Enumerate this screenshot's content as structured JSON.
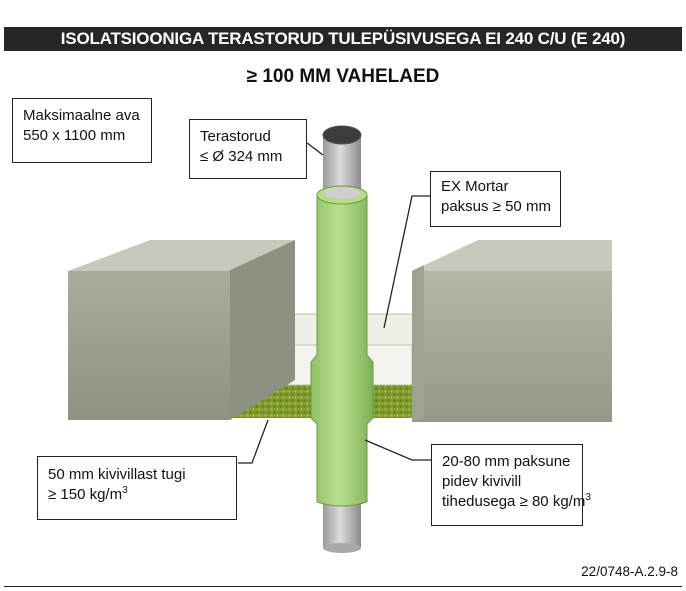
{
  "header": {
    "title": "ISOLATSIOONIGA TERASTORUD TULEPÜSIVUSEGA EI 240 C/U (E 240)",
    "subtitle": "≥ 100 MM VAHELAED"
  },
  "labels": {
    "opening": {
      "line1": "Maksimaalne ava",
      "line2": "550 x 1100 mm"
    },
    "steel_pipe": {
      "line1": "Terastorud",
      "line2": "≤ Ø 324 mm"
    },
    "mortar": {
      "line1": "EX Mortar",
      "line2": "paksus ≥ 50 mm"
    },
    "support": {
      "line1": "50 mm kivivillast tugi",
      "line2_prefix": "≥ 150 kg/m",
      "line2_sup": "3"
    },
    "insulation": {
      "line1": "20-80 mm paksune",
      "line2": "pidev kivivill",
      "line3_prefix": "tihedusega ≥ 80 kg/m",
      "line3_sup": "3"
    }
  },
  "reference": "22/0748-A.2.9-8",
  "colors": {
    "header_bg": "#262626",
    "concrete_front": "#a8ac9c",
    "concrete_top": "#c9ccbe",
    "concrete_side": "#8f9383",
    "mortar": "#f1f1ea",
    "stonewool": "#7f9a2e",
    "insulation": "#a8d47e",
    "steel": "#c4c4c4"
  }
}
